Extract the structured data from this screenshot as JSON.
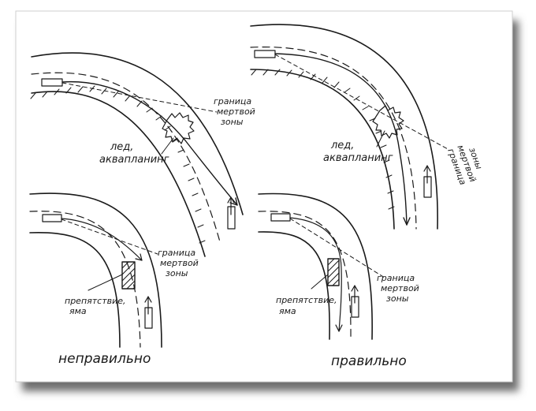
{
  "panels": {
    "wrong_top": {
      "ice_label_1": "лед,",
      "ice_label_2": "аквапланинг",
      "border_label_1": "граница",
      "border_label_2": "мертвой",
      "border_label_3": "зоны"
    },
    "wrong_bottom": {
      "obstacle_label_1": "препятствие,",
      "obstacle_label_2": "яма",
      "border_label_1": "граница",
      "border_label_2": "мертвой",
      "border_label_3": "зоны"
    },
    "right_top": {
      "ice_label_1": "лед,",
      "ice_label_2": "аквапланинг",
      "border_label_1": "граница",
      "border_label_2": "мертвой",
      "border_label_3": "зоны"
    },
    "right_bottom": {
      "obstacle_label_1": "препятствие,",
      "obstacle_label_2": "яма",
      "border_label_1": "граница",
      "border_label_2": "мертвой",
      "border_label_3": "зоны"
    }
  },
  "captions": {
    "wrong": "неправильно",
    "right": "правильно"
  },
  "colors": {
    "ink": "#1a1a1a",
    "paper": "#ffffff",
    "shadow": "#6e6e6e"
  }
}
